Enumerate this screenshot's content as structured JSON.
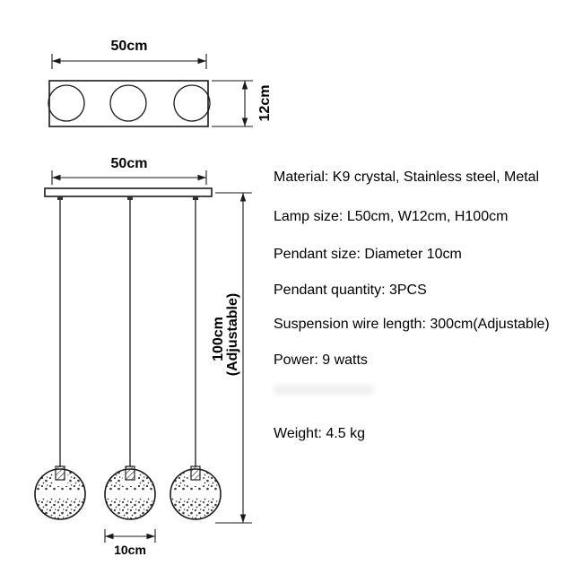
{
  "top_view": {
    "width_label": "50cm",
    "height_label": "12cm"
  },
  "front_view": {
    "width_label": "50cm",
    "height_label": "100cm",
    "height_note": "(Adjustable)",
    "pendant_width_label": "10cm",
    "pendant_count": 3
  },
  "specs": [
    "Material: K9 crystal, Stainless steel, Metal",
    "Lamp size: L50cm, W12cm, H100cm",
    "Pendant size: Diameter 10cm",
    "Pendant quantity: 3PCS",
    "Suspension wire length: 300cm(Adjustable)",
    "Power: 9 watts",
    "Weight: 4.5 kg"
  ],
  "colors": {
    "line": "#1a1a1a",
    "text": "#000000",
    "background": "#ffffff"
  }
}
